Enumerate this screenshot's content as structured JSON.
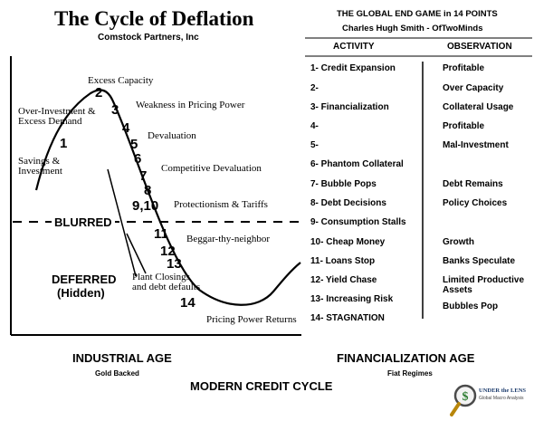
{
  "left": {
    "title": "The Cycle of Deflation",
    "subtitle": "Comstock Partners, Inc",
    "curve_labels": {
      "excess_capacity": "Excess Capacity",
      "over_investment_1": "Over-Investment &",
      "over_investment_2": "Excess Demand",
      "weakness": "Weakness in Pricing Power",
      "devaluation": "Devaluation",
      "savings_1": "Savings &",
      "savings_2": "Investment",
      "competitive": "Competitive Devaluation",
      "protectionism": "Protectionism & Tariffs",
      "beggar": "Beggar-thy-neighbor",
      "plant_1": "Plant Closings",
      "plant_2": "and debt defaults",
      "pricing_returns": "Pricing Power Returns"
    },
    "numbers": [
      "1",
      "2",
      "3",
      "4",
      "5",
      "6",
      "7",
      "8",
      "9,10",
      "11",
      "12",
      "13",
      "14"
    ],
    "blurred": "BLURRED",
    "deferred": "DEFERRED",
    "hidden": "(Hidden)"
  },
  "right": {
    "title": "THE GLOBAL END GAME in 14 POINTS",
    "author": "Charles Hugh Smith - OfTwoMinds",
    "activity_header": "ACTIVITY",
    "observation_header": "OBSERVATION",
    "activities": [
      "1- Credit Expansion",
      "2-",
      "3- Financialization",
      "4-",
      "5-",
      "6- Phantom Collateral",
      "7- Bubble Pops",
      "8- Debt Decisions",
      "9- Consumption Stalls",
      "10- Cheap Money",
      "11- Loans Stop",
      "12- Yield Chase",
      "13- Increasing Risk",
      "14- STAGNATION"
    ],
    "observations": [
      "Profitable",
      "Over Capacity",
      "Collateral Usage",
      "Profitable",
      "Mal-Investment",
      "",
      "Debt Remains",
      "Policy Choices",
      "",
      "Growth",
      "Banks Speculate",
      "Limited Productive",
      "Bubbles Pop",
      ""
    ],
    "observation_12_line2": "Assets"
  },
  "bottom": {
    "industrial_age": "INDUSTRIAL AGE",
    "gold_backed": "Gold Backed",
    "financialization_age": "FINANCIALIZATION AGE",
    "fiat_regimes": "Fiat Regimes",
    "modern_credit_cycle": "MODERN CREDIT CYCLE"
  },
  "logo": {
    "line1": "UNDER the LENS",
    "line2": "Global Macro Analysis"
  }
}
